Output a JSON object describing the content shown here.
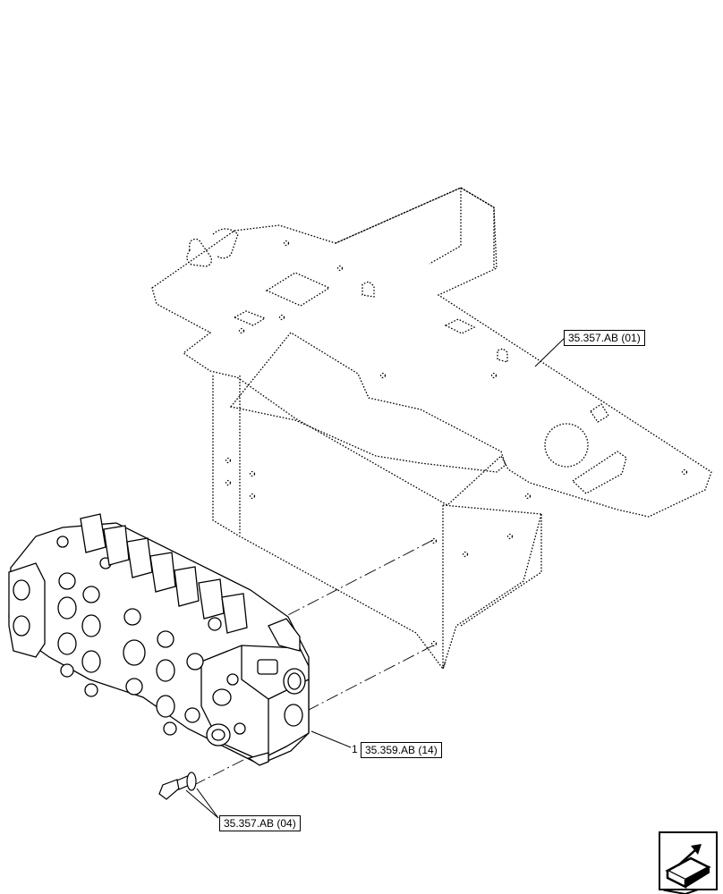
{
  "callouts": {
    "frame_ref": "35.357.AB (01)",
    "valve_ref": "35.359.AB (14)",
    "bolt_ref": "35.357.AB (04)",
    "valve_item_number": "1"
  },
  "icons": {
    "nav": "next-page-arrow-icon"
  },
  "colors": {
    "line": "#000000",
    "background": "#ffffff"
  }
}
